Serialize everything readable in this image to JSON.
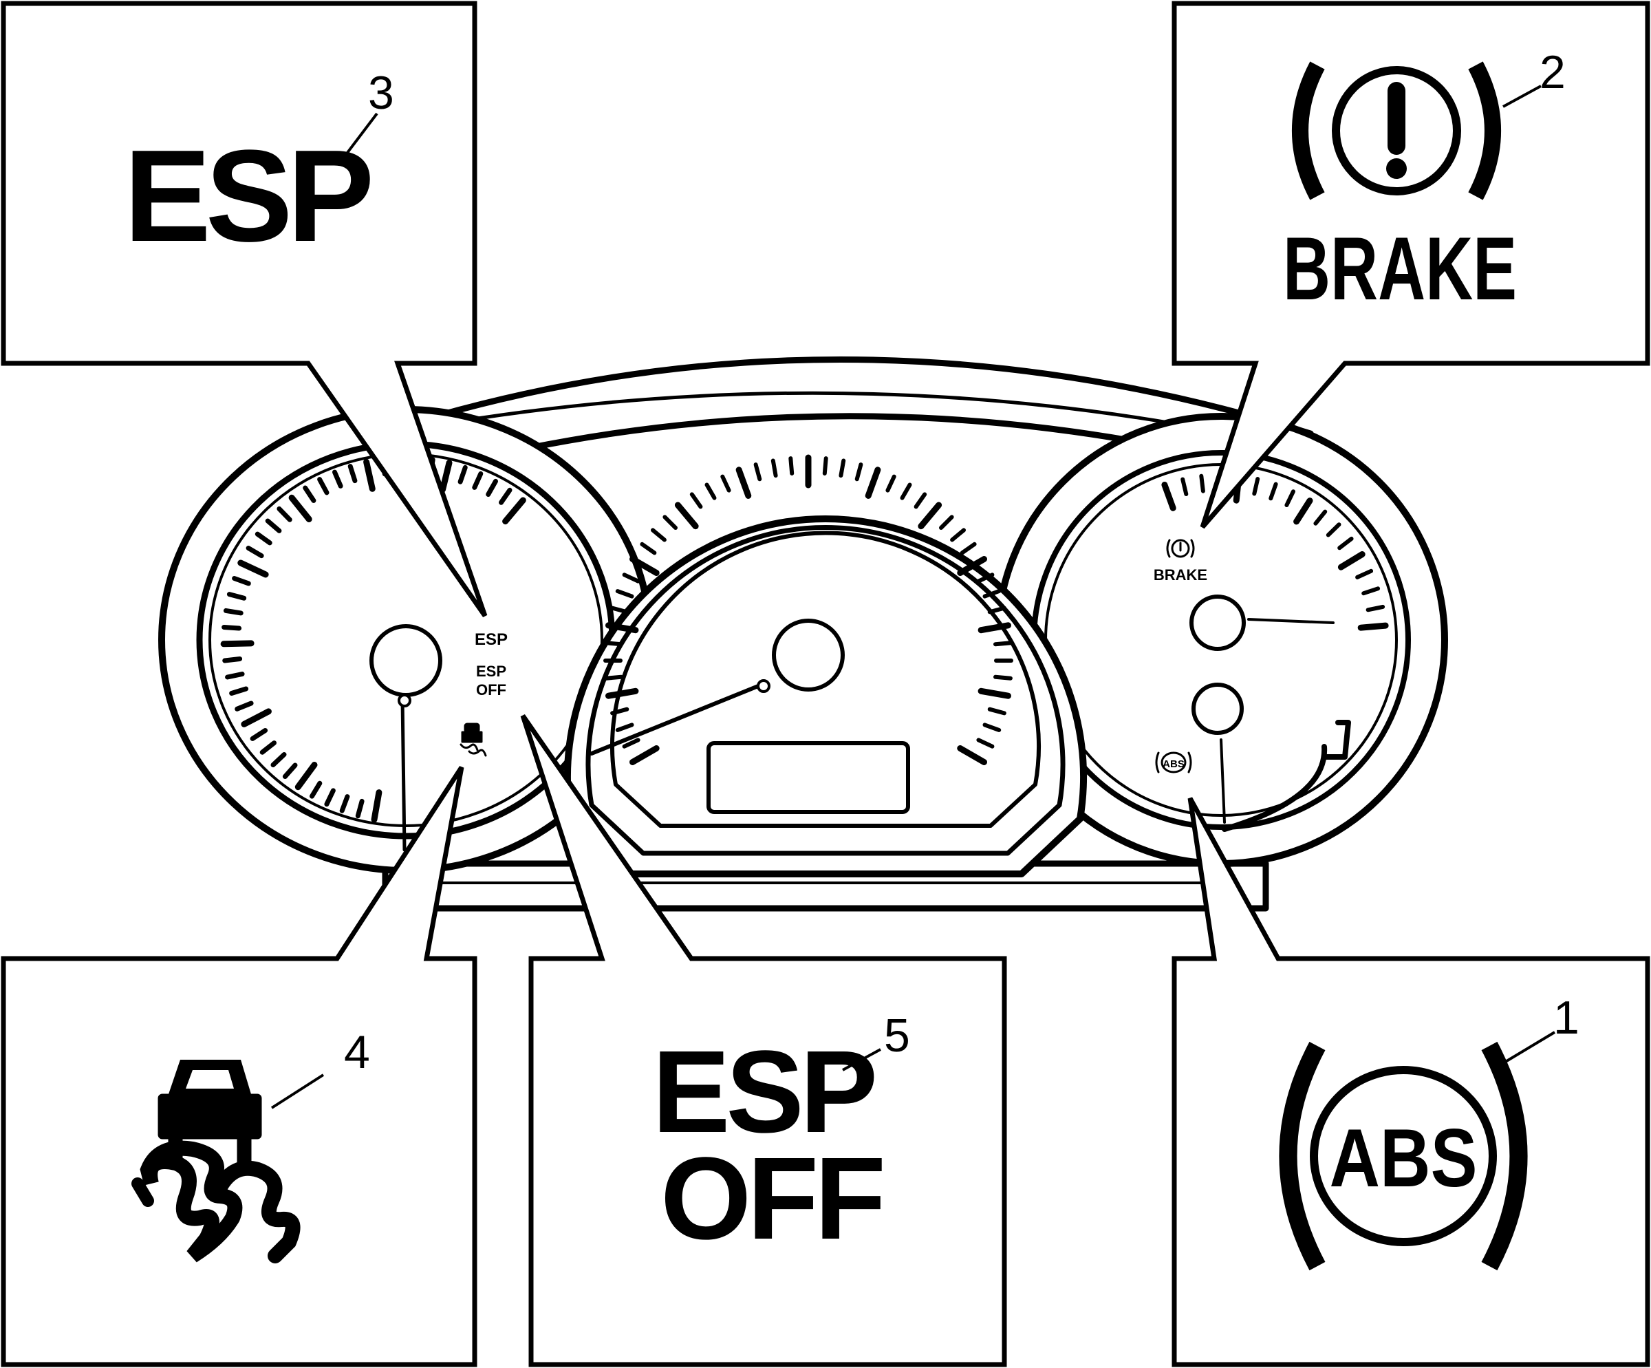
{
  "callouts": [
    {
      "id": "abs",
      "number": "1",
      "label": "ABS"
    },
    {
      "id": "brake",
      "number": "2",
      "label": "BRAKE"
    },
    {
      "id": "esp",
      "number": "3",
      "label": "ESP"
    },
    {
      "id": "traction",
      "number": "4",
      "label": ""
    },
    {
      "id": "esp-off",
      "number": "5",
      "label_line1": "ESP",
      "label_line2": "OFF"
    }
  ],
  "cluster": {
    "tach_labels": {
      "esp": "ESP",
      "esp_off_1": "ESP",
      "esp_off_2": "OFF"
    },
    "right_gauge_labels": {
      "brake": "BRAKE",
      "abs": "ABS"
    }
  }
}
